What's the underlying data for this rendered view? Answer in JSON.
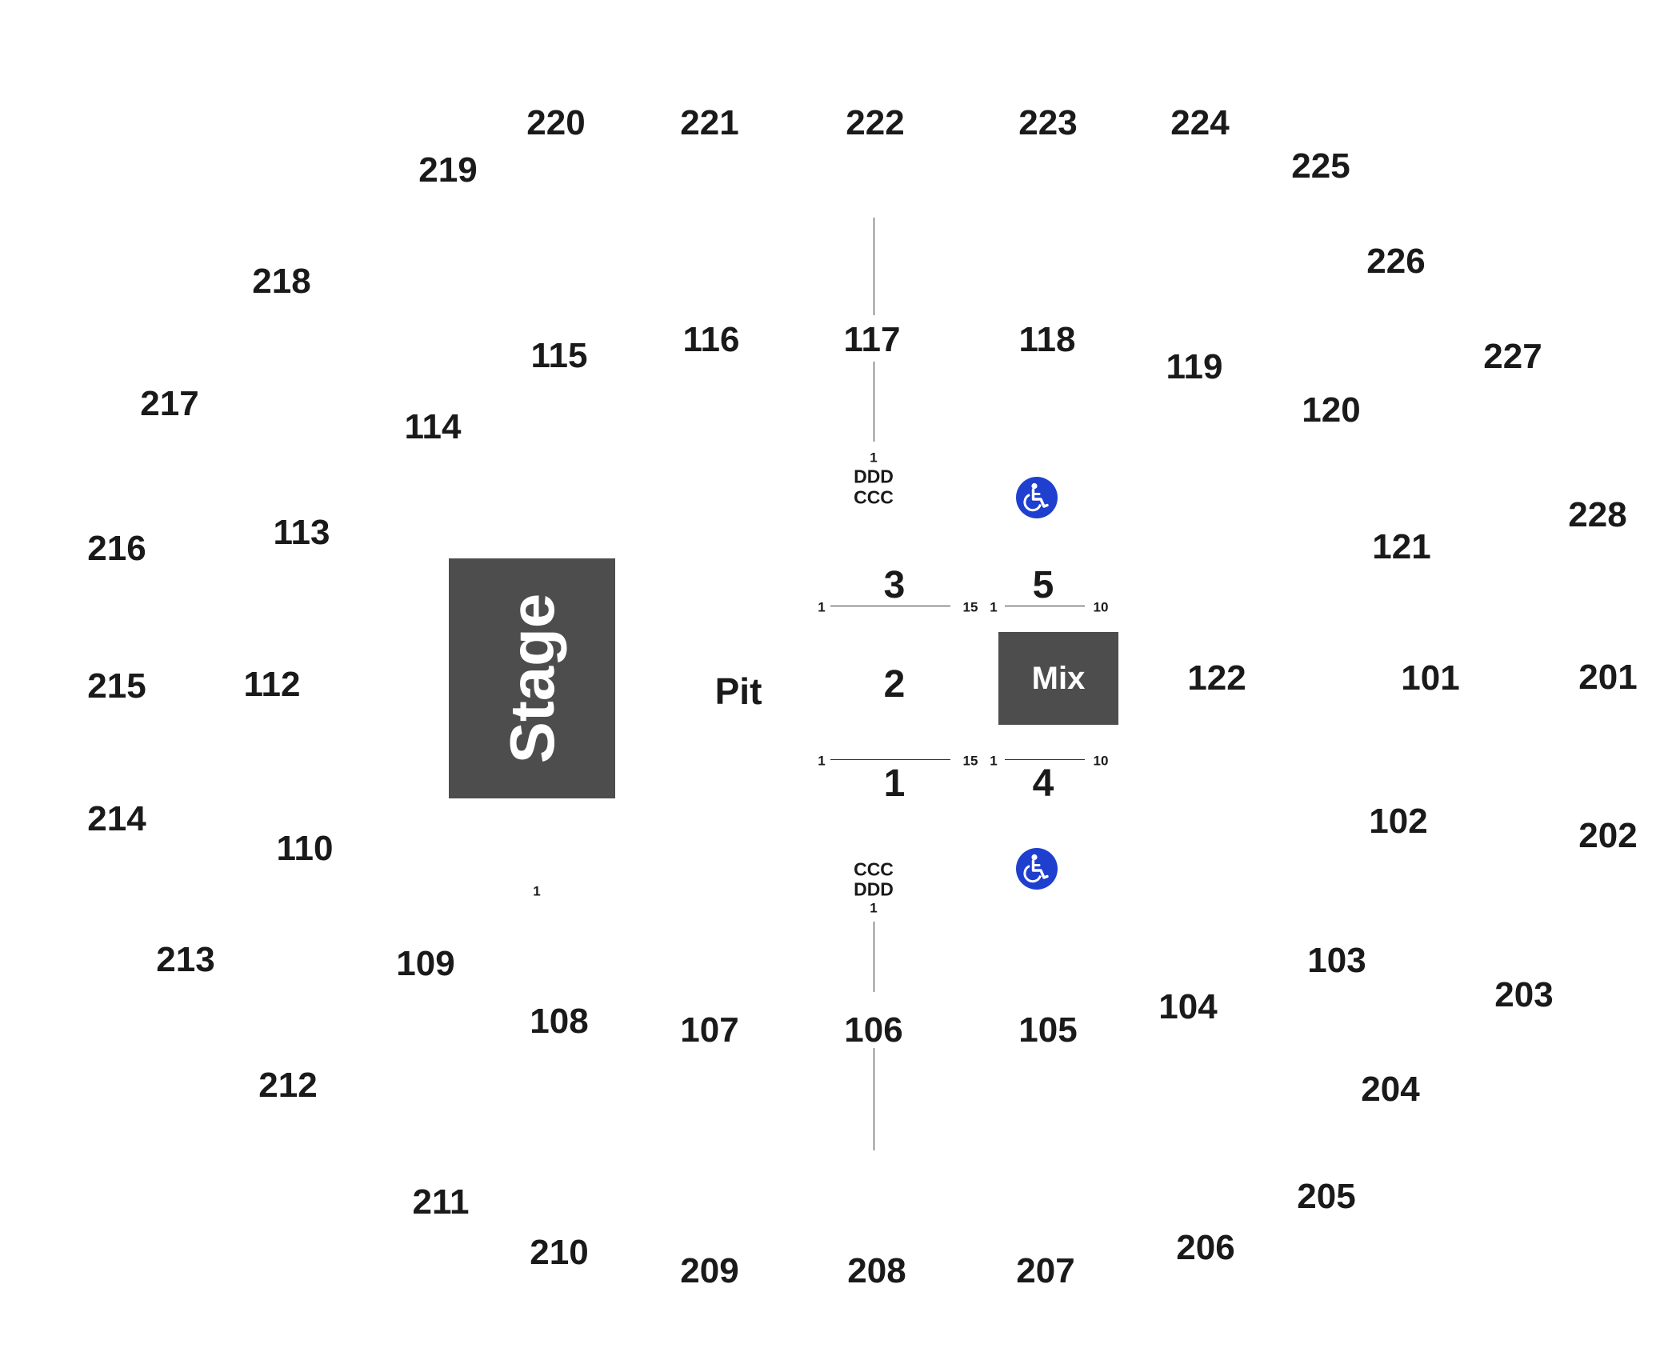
{
  "venue_map": {
    "stage_label": "Stage",
    "pit_label": "Pit",
    "mix_label": "Mix",
    "accessible_icon": "wheelchair-icon",
    "accessible_color": "#1f3fcf",
    "block_color": "#4d4d4d",
    "sections": {
      "s220": "220",
      "s221": "221",
      "s222": "222",
      "s223": "223",
      "s224": "224",
      "s219": "219",
      "s225": "225",
      "s218": "218",
      "s226": "226",
      "s115": "115",
      "s116": "116",
      "s117": "117",
      "s118": "118",
      "s119": "119",
      "s227": "227",
      "s217": "217",
      "s114": "114",
      "s120": "120",
      "s113": "113",
      "s216": "216",
      "s121": "121",
      "s228": "228",
      "s215": "215",
      "s112": "112",
      "s122": "122",
      "s101": "101",
      "s201": "201",
      "s214": "214",
      "s110": "110",
      "s102": "102",
      "s202": "202",
      "s213": "213",
      "s109": "109",
      "s103": "103",
      "s203": "203",
      "s108": "108",
      "s107": "107",
      "s106": "106",
      "s105": "105",
      "s104": "104",
      "s212": "212",
      "s204": "204",
      "s211": "211",
      "s205": "205",
      "s210": "210",
      "s206": "206",
      "s209": "209",
      "s208": "208",
      "s207": "207"
    },
    "floor_sections": {
      "f1": "1",
      "f2": "2",
      "f3": "3",
      "f4": "4",
      "f5": "5"
    },
    "row_markers": {
      "seat_start": "1",
      "seat_end_15": "15",
      "seat_end_10": "10",
      "row_ddd": "DDD",
      "row_ccc": "CCC"
    }
  }
}
